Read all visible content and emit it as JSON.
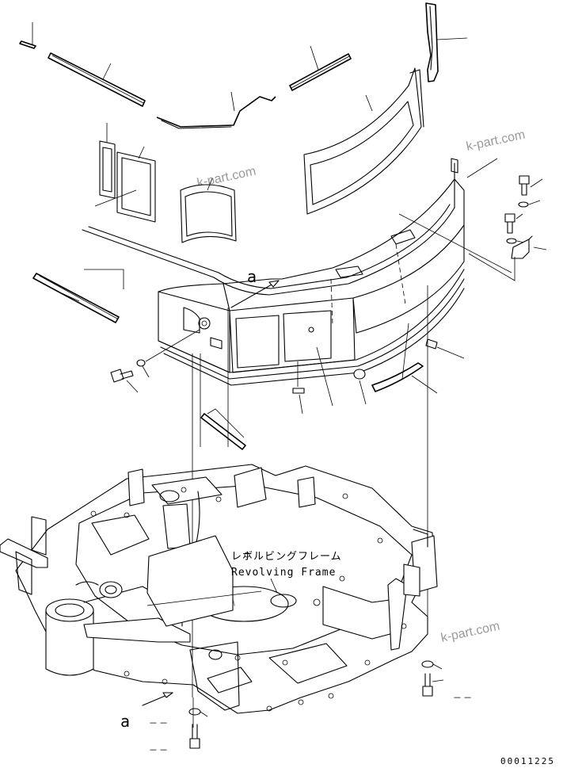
{
  "labels": {
    "revolving_frame_jp": "レボルビングフレーム",
    "revolving_frame_en": "Revolving Frame",
    "view_marker": "a",
    "drawing_code": "00011225",
    "part_number_placeholder": "－－"
  },
  "watermark": {
    "text": "k-part.com",
    "color": "#9a9a9a"
  },
  "colors": {
    "line": "#000000",
    "background": "#ffffff"
  }
}
